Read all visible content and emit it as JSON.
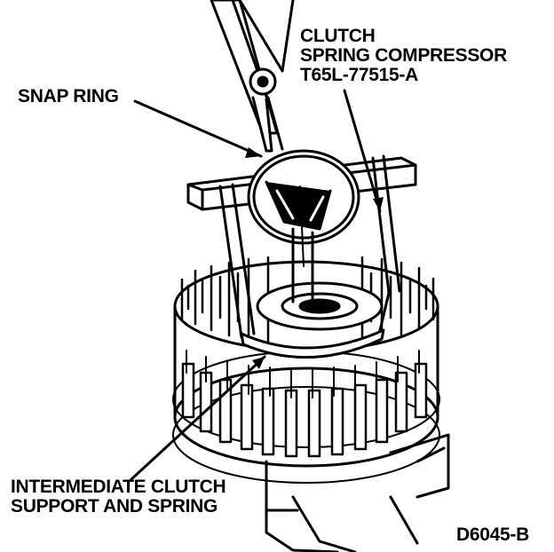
{
  "labels": {
    "clutch_spring_compressor": {
      "line1": "CLUTCH",
      "line2": "SPRING COMPRESSOR",
      "line3": "T65L-77515-A"
    },
    "snap_ring": "SNAP RING",
    "intermediate_clutch": {
      "line1": "INTERMEDIATE CLUTCH",
      "line2": "SUPPORT AND SPRING"
    },
    "figure_id": "D6045-B"
  },
  "colors": {
    "ink": "#000000",
    "paper": "#ffffff"
  }
}
